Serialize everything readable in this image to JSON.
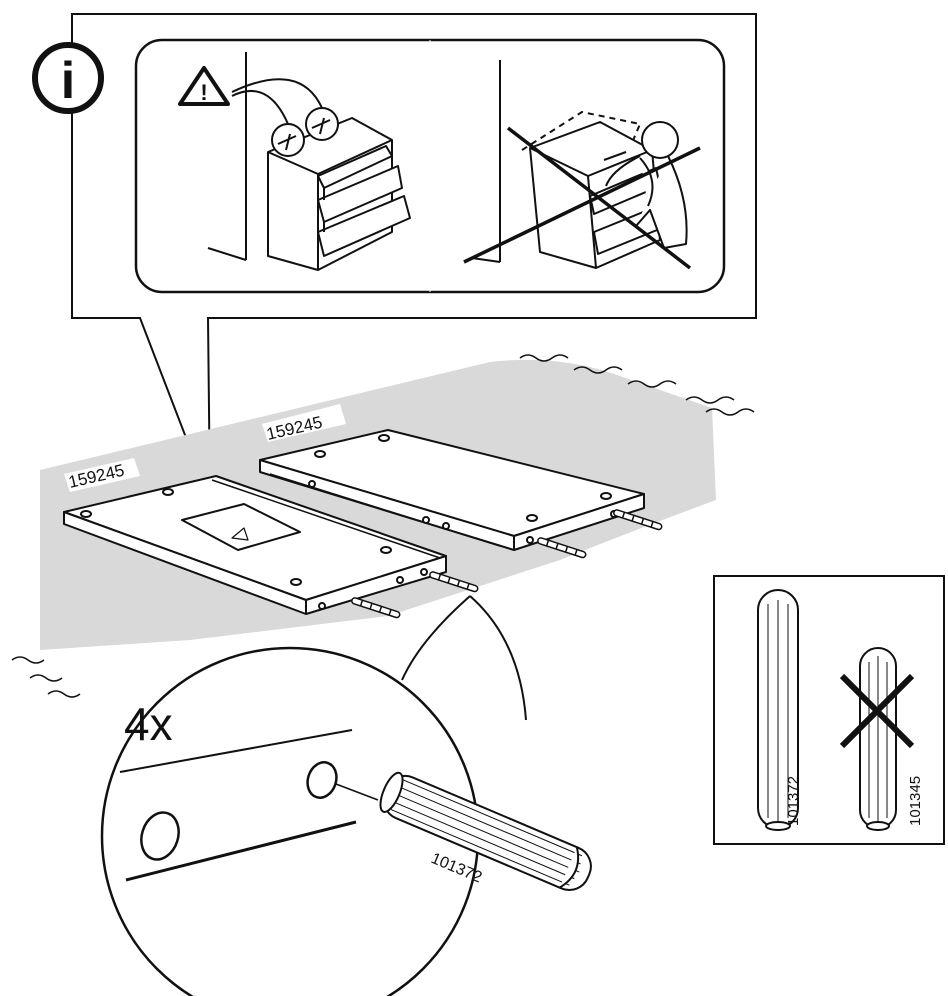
{
  "info_symbol": "i",
  "warning_symbol": "!",
  "parts": {
    "panel_label_left": "159245",
    "panel_label_right": "159245",
    "dowel_label_zoom": "101372"
  },
  "quantity": "4x",
  "dowel_compare": {
    "correct_label": "101372",
    "wrong_label": "101345"
  },
  "colors": {
    "ink": "#111111",
    "floor_gray": "#d9d9d9",
    "paper": "#ffffff"
  }
}
